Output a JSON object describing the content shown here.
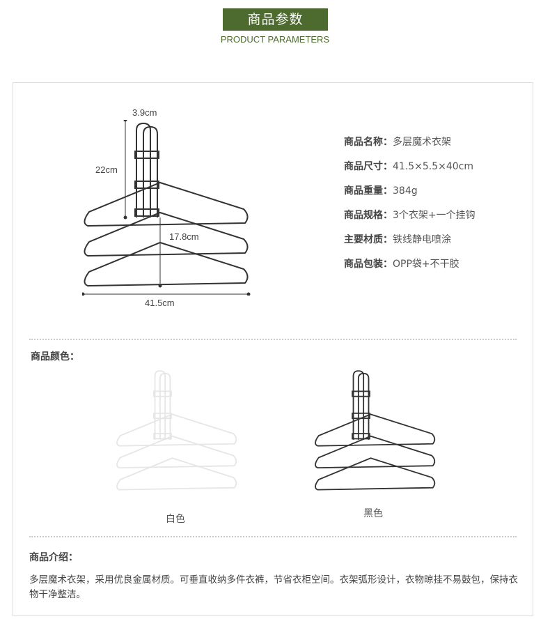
{
  "header": {
    "title": "商品参数",
    "subtitle": "PRODUCT PARAMETERS",
    "accent": "#4d6b2e"
  },
  "diagram": {
    "width_top": "3.9cm",
    "height_hook": "22cm",
    "height_lower": "17.8cm",
    "width_total": "41.5cm"
  },
  "params": [
    {
      "label": "商品名称：",
      "value": "多层魔术衣架"
    },
    {
      "label": "商品尺寸：",
      "value": "41.5×5.5×40cm"
    },
    {
      "label": "商品重量：",
      "value": "384g"
    },
    {
      "label": "商品规格：",
      "value": "3个衣架+一个挂钩"
    },
    {
      "label": "主要材质：",
      "value": "铁线静电喷涂"
    },
    {
      "label": "商品包装：",
      "value": "OPP袋+不干胶"
    }
  ],
  "colors": {
    "label": "商品颜色：",
    "options": [
      {
        "name": "白色",
        "hex": "#e6e6e6"
      },
      {
        "name": "黑色",
        "hex": "#333333"
      }
    ]
  },
  "intro": {
    "label": "商品介绍：",
    "text": "多层魔术衣架，采用优良金属材质。可垂直收纳多件衣裤，节省衣柜空间。衣架弧形设计，衣物晾挂不易鼓包，保持衣物干净整洁。"
  }
}
